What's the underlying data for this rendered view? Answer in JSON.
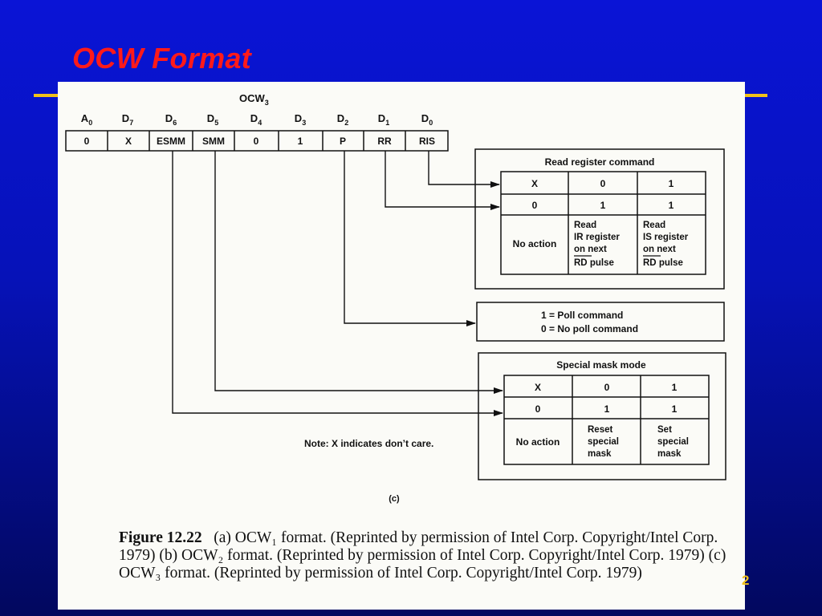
{
  "slide": {
    "title": "OCW Format",
    "page_number": "2",
    "accent_color": "#f2c21a",
    "title_color": "#ff1a1a"
  },
  "figure": {
    "register_name": "OCW",
    "register_subscript": "3",
    "bits": [
      {
        "name": "A",
        "sub": "0",
        "value": "0"
      },
      {
        "name": "D",
        "sub": "7",
        "value": "X"
      },
      {
        "name": "D",
        "sub": "6",
        "value": "ESMM"
      },
      {
        "name": "D",
        "sub": "5",
        "value": "SMM"
      },
      {
        "name": "D",
        "sub": "4",
        "value": "0"
      },
      {
        "name": "D",
        "sub": "3",
        "value": "1"
      },
      {
        "name": "D",
        "sub": "2",
        "value": "P"
      },
      {
        "name": "D",
        "sub": "1",
        "value": "RR"
      },
      {
        "name": "D",
        "sub": "0",
        "value": "RIS"
      }
    ],
    "read_register": {
      "title": "Read register command",
      "row1": [
        "X",
        "0",
        "1"
      ],
      "row2": [
        "0",
        "1",
        "1"
      ],
      "no_action": "No action",
      "read_ir": [
        "Read",
        "IR register",
        "on next",
        "RD",
        "pulse"
      ],
      "read_is": [
        "Read",
        "IS register",
        "on next",
        "RD",
        "pulse"
      ]
    },
    "poll": {
      "line1": "1 = Poll command",
      "line2": "0 = No poll command"
    },
    "special_mask": {
      "title": "Special mask mode",
      "row1": [
        "X",
        "0",
        "1"
      ],
      "row2": [
        "0",
        "1",
        "1"
      ],
      "no_action": "No action",
      "reset": [
        "Reset",
        "special",
        "mask"
      ],
      "set": [
        "Set",
        "special",
        "mask"
      ]
    },
    "note": "Note:  X indicates don’t care.",
    "panel_label": "(c)",
    "caption_label": "Figure 12.22",
    "caption_text": "(a) OCW₁ format. (Reprinted by permission of Intel Corp. Copyright/Intel Corp. 1979) (b) OCW₂ format. (Reprinted by permission of Intel Corp. Copyright/Intel Corp. 1979) (c) OCW₃ format. (Reprinted by permission of Intel Corp. Copyright/Intel Corp. 1979)"
  }
}
